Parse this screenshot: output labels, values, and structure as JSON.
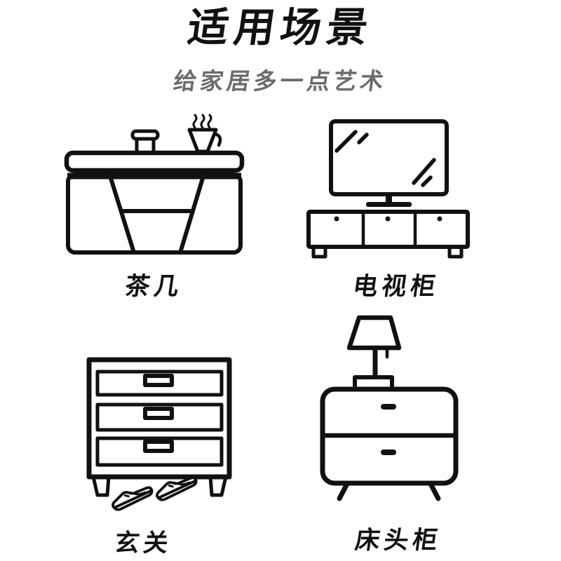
{
  "meta": {
    "background_color": "#ffffff",
    "ink_color": "#111111",
    "subtitle_color": "#6b6b6b"
  },
  "header": {
    "title": "适用场景",
    "subtitle": "给家居多一点艺术"
  },
  "scenes": [
    {
      "label": "茶几",
      "icon": "coffee-table-icon",
      "description": "coffee table with small cup and steaming mug"
    },
    {
      "label": "电视柜",
      "icon": "tv-cabinet-icon",
      "description": "television on low cabinet with three drawers"
    },
    {
      "label": "玄关",
      "icon": "shoe-cabinet-icon",
      "description": "entryway drawer chest with sneakers underneath"
    },
    {
      "label": "床头柜",
      "icon": "nightstand-icon",
      "description": "bedside table with lamp and two drawers"
    }
  ]
}
